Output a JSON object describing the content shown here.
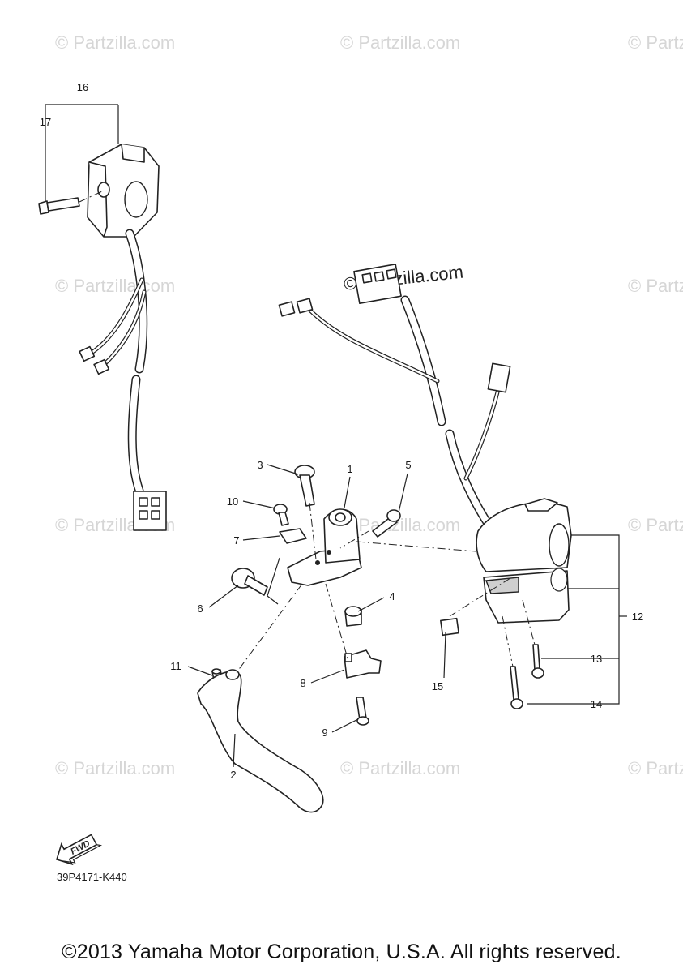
{
  "diagram": {
    "callouts": [
      {
        "id": "c1",
        "label": "1"
      },
      {
        "id": "c2",
        "label": "2"
      },
      {
        "id": "c3",
        "label": "3"
      },
      {
        "id": "c4",
        "label": "4"
      },
      {
        "id": "c5",
        "label": "5"
      },
      {
        "id": "c6",
        "label": "6"
      },
      {
        "id": "c7",
        "label": "7"
      },
      {
        "id": "c8",
        "label": "8"
      },
      {
        "id": "c9",
        "label": "9"
      },
      {
        "id": "c10",
        "label": "10"
      },
      {
        "id": "c11",
        "label": "11"
      },
      {
        "id": "c12",
        "label": "12"
      },
      {
        "id": "c13",
        "label": "13"
      },
      {
        "id": "c14",
        "label": "14"
      },
      {
        "id": "c15",
        "label": "15"
      },
      {
        "id": "c16",
        "label": "16"
      },
      {
        "id": "c17",
        "label": "17"
      }
    ],
    "fwd_label": "FWD",
    "drawing_code": "39P4171-K440",
    "watermark": "© Partzilla.com"
  },
  "footer": {
    "copyright": "©2013 Yamaha Motor Corporation, U.S.A. All rights reserved."
  }
}
